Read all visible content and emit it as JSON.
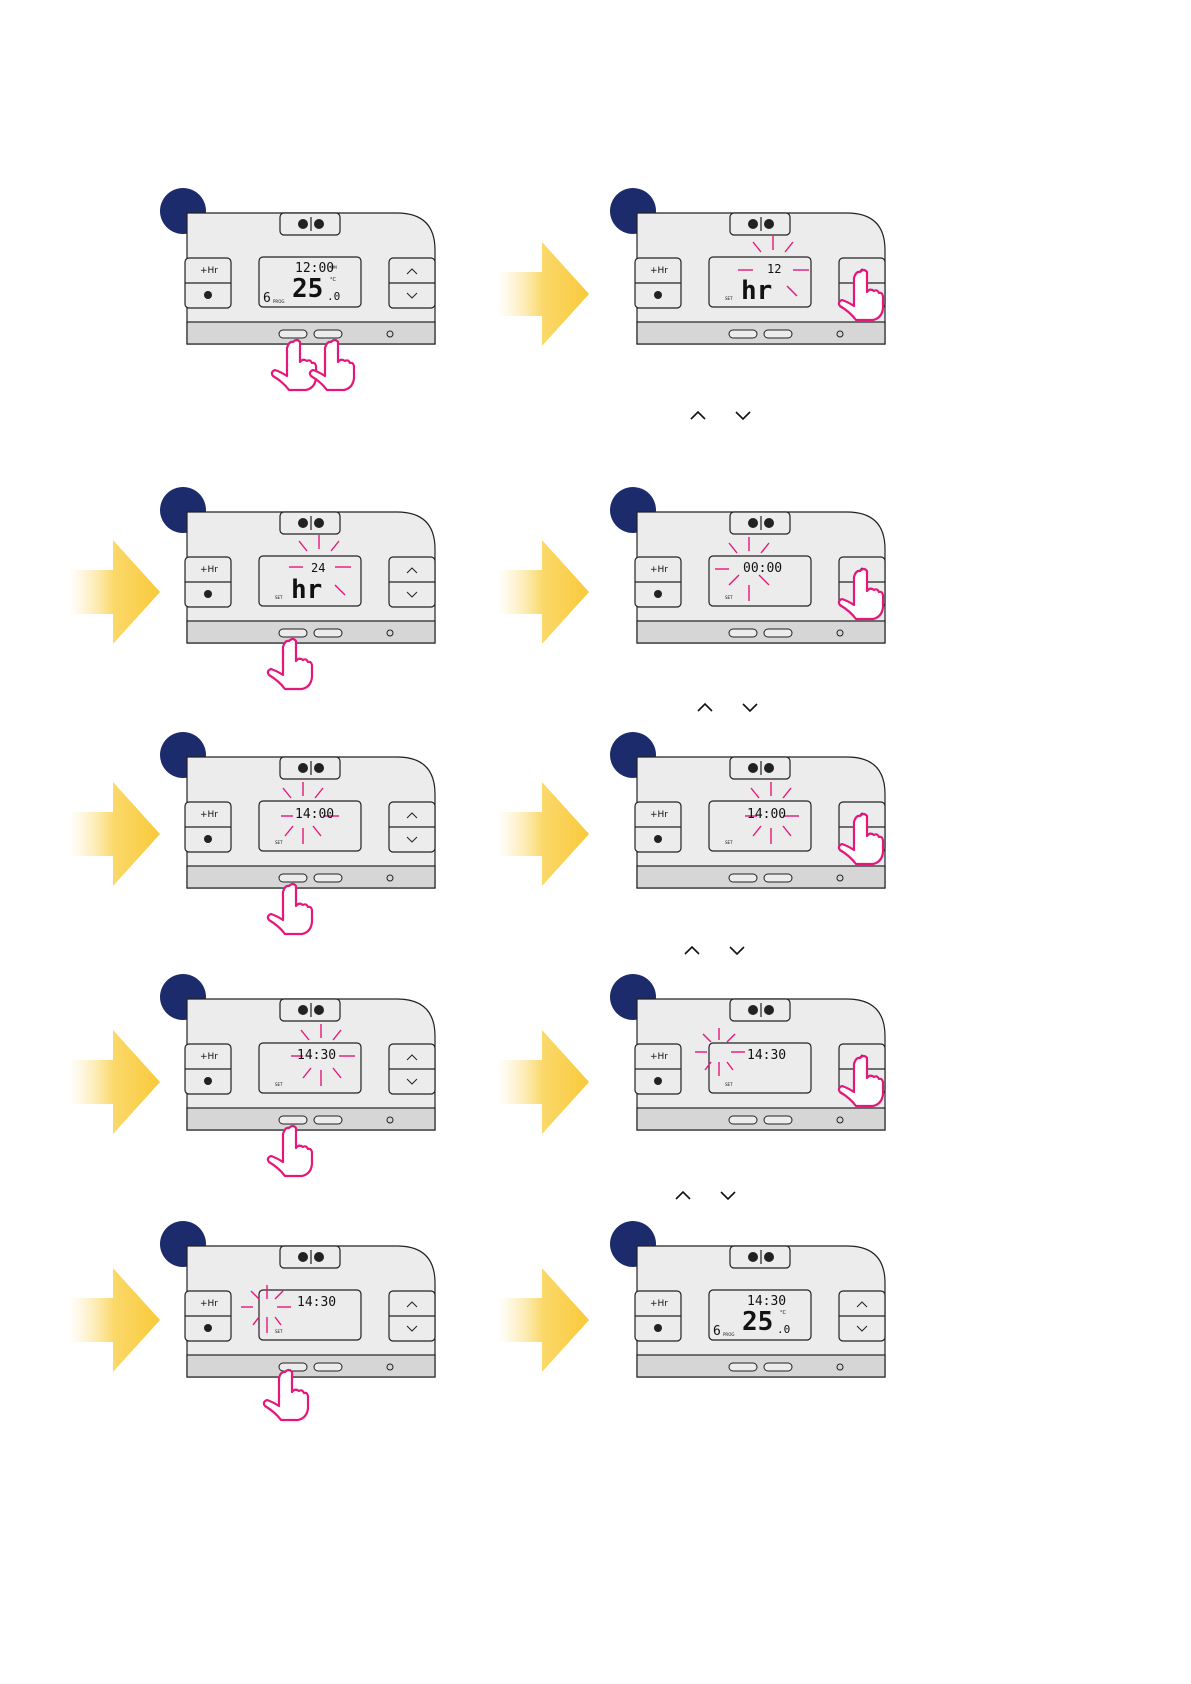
{
  "colors": {
    "badge": "#1c2b6b",
    "highlight": "#e6177a",
    "body": "#ececec",
    "arrow": "#f8c93a"
  },
  "controls": {
    "hr_label": "+Hr",
    "up_icon": "chevron-up-icon",
    "down_icon": "chevron-down-icon",
    "flame_icon": "flame-icon"
  },
  "steps": [
    {
      "time": "12:00",
      "pm": "PM",
      "digit": "6",
      "prog": "PROG",
      "temp_big": "25",
      "temp_dec": ".0",
      "unit": "°C"
    },
    {
      "hr_value": "12",
      "hr_text": "hr",
      "set": "SET"
    },
    {
      "hr_value": "24",
      "hr_text": "hr",
      "set": "SET"
    },
    {
      "time": "00:00",
      "set": "SET"
    },
    {
      "time": "14:00",
      "set": "SET"
    },
    {
      "time": "14:00",
      "set": "SET"
    },
    {
      "time": "14:30",
      "set": "SET"
    },
    {
      "time": "14:30",
      "set": "SET"
    },
    {
      "time": "14:30",
      "set": "SET"
    },
    {
      "time": "14:30",
      "digit": "6",
      "prog": "PROG",
      "temp_big": "25",
      "temp_dec": ".0",
      "unit": "°C"
    }
  ]
}
